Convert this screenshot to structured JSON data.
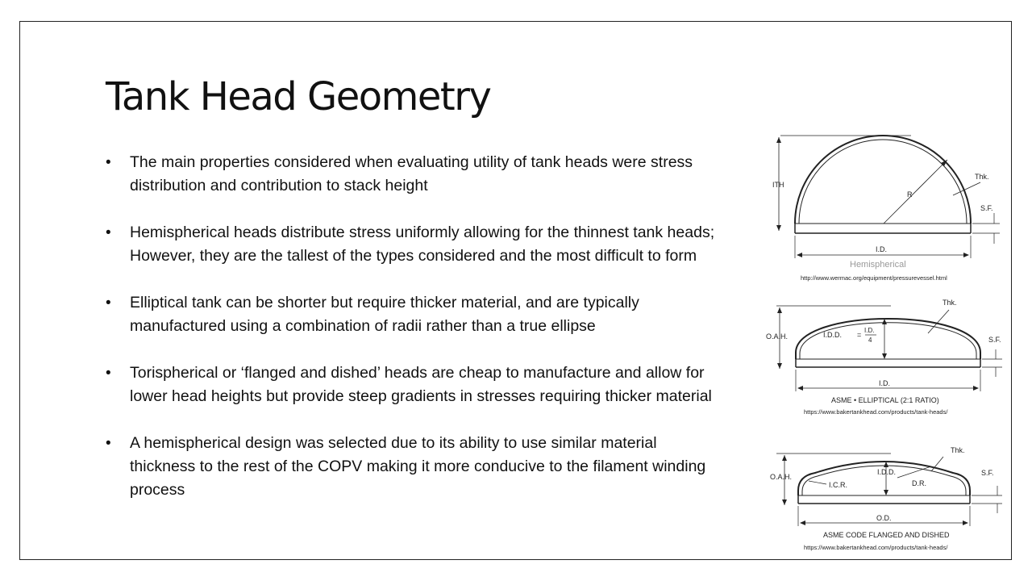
{
  "slide": {
    "title": "Tank Head Geometry",
    "bullets": [
      "The main properties considered when evaluating utility of tank heads were stress distribution and contribution to stack height",
      "Hemispherical heads distribute stress uniformly allowing for the thinnest tank heads; However, they are the tallest of the types considered and the most difficult to form",
      "Elliptical tank can be shorter but require thicker material, and are typically manufactured using a combination of radii rather than a true ellipse",
      "Torispherical or ‘flanged and dished’ heads are cheap to manufacture and allow for lower head heights but provide steep gradients in stresses requiring thicker material",
      "A hemispherical design was selected due to its ability to use similar material thickness to the rest of the COPV making it more conducive to the filament winding process"
    ]
  },
  "figures": {
    "hemispherical": {
      "labels": {
        "height": "ITH",
        "radius": "R",
        "thickness": "Thk.",
        "straight_flange": "S.F.",
        "diameter": "I.D.",
        "name": "Hemispherical"
      },
      "source": "http://www.wermac.org/equipment/pressurevessel.html"
    },
    "elliptical": {
      "labels": {
        "height": "O.A.H.",
        "idd": "I.D.D.",
        "idd_eq": "=",
        "idd_num": "I.D.",
        "idd_den": "4",
        "thickness": "Thk.",
        "straight_flange": "S.F.",
        "diameter": "I.D.",
        "name": "ASME • ELLIPTICAL (2:1 RATIO)"
      },
      "source": "https://www.bakertankhead.com/products/tank-heads/"
    },
    "flanged_dished": {
      "labels": {
        "height": "O.A.H.",
        "icr": "I.C.R.",
        "idd": "I.D.D.",
        "dr": "D.R.",
        "thickness": "Thk.",
        "straight_flange": "S.F.",
        "diameter": "O.D.",
        "name": "ASME CODE FLANGED AND DISHED"
      },
      "source": "https://www.bakertankhead.com/products/tank-heads/"
    }
  }
}
